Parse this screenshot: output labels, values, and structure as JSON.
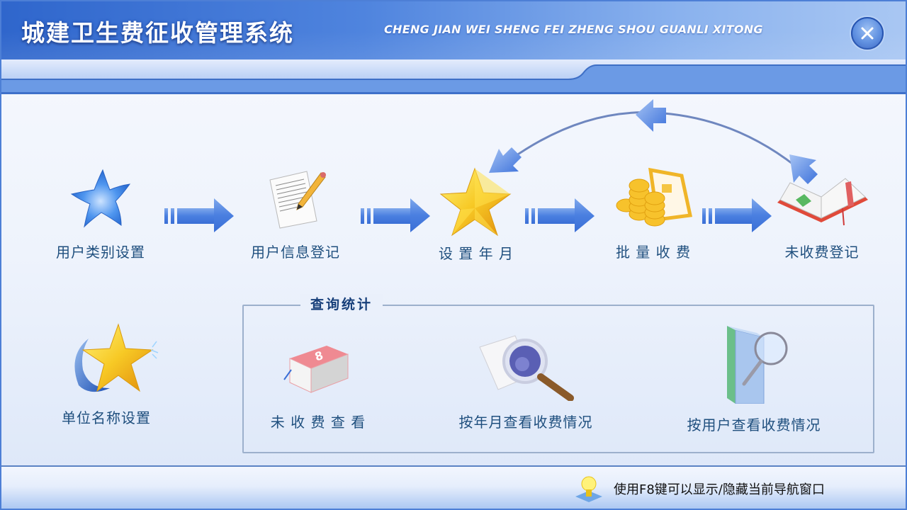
{
  "window": {
    "title_cn": "城建卫生费征收管理系统",
    "title_en": "CHENG JIAN WEI SHENG FEI ZHENG SHOU GUANLI XITONG",
    "close_icon": "close-x-circle-icon"
  },
  "workflow": {
    "steps": [
      {
        "label": "用户类别设置",
        "icon": "blue-star-icon"
      },
      {
        "label": "用户信息登记",
        "icon": "document-pencil-icon"
      },
      {
        "label": "设 置 年 月",
        "icon": "gold-star-icon"
      },
      {
        "label": "批 量 收 费",
        "icon": "coins-icon"
      },
      {
        "label": "未收费登记",
        "icon": "open-book-icon"
      }
    ],
    "arrows": [
      "right-arrow-icon",
      "right-arrow-icon",
      "right-arrow-icon",
      "right-arrow-icon"
    ],
    "loop_arrow": "curved-return-arrow-icon"
  },
  "settings": {
    "unit_name": {
      "label": "单位名称设置",
      "icon": "star-crescent-icon"
    }
  },
  "query": {
    "group_title": "查询统计",
    "items": [
      {
        "label": "未 收 费 查 看",
        "icon": "red-book-icon"
      },
      {
        "label": "按年月查看收费情况",
        "icon": "magnifier-ie-icon"
      },
      {
        "label": "按用户查看收费情况",
        "icon": "folder-magnifier-icon"
      }
    ]
  },
  "footer": {
    "hint": "使用F8键可以显示/隐藏当前导航窗口",
    "hint_icon": "lightbulb-icon"
  },
  "colors": {
    "header_dark": "#2f66cc",
    "header_light": "#a9c7f3",
    "band": "#6c9be6",
    "label_text": "#1f4f7e",
    "arrow": "#4a7fe0"
  }
}
